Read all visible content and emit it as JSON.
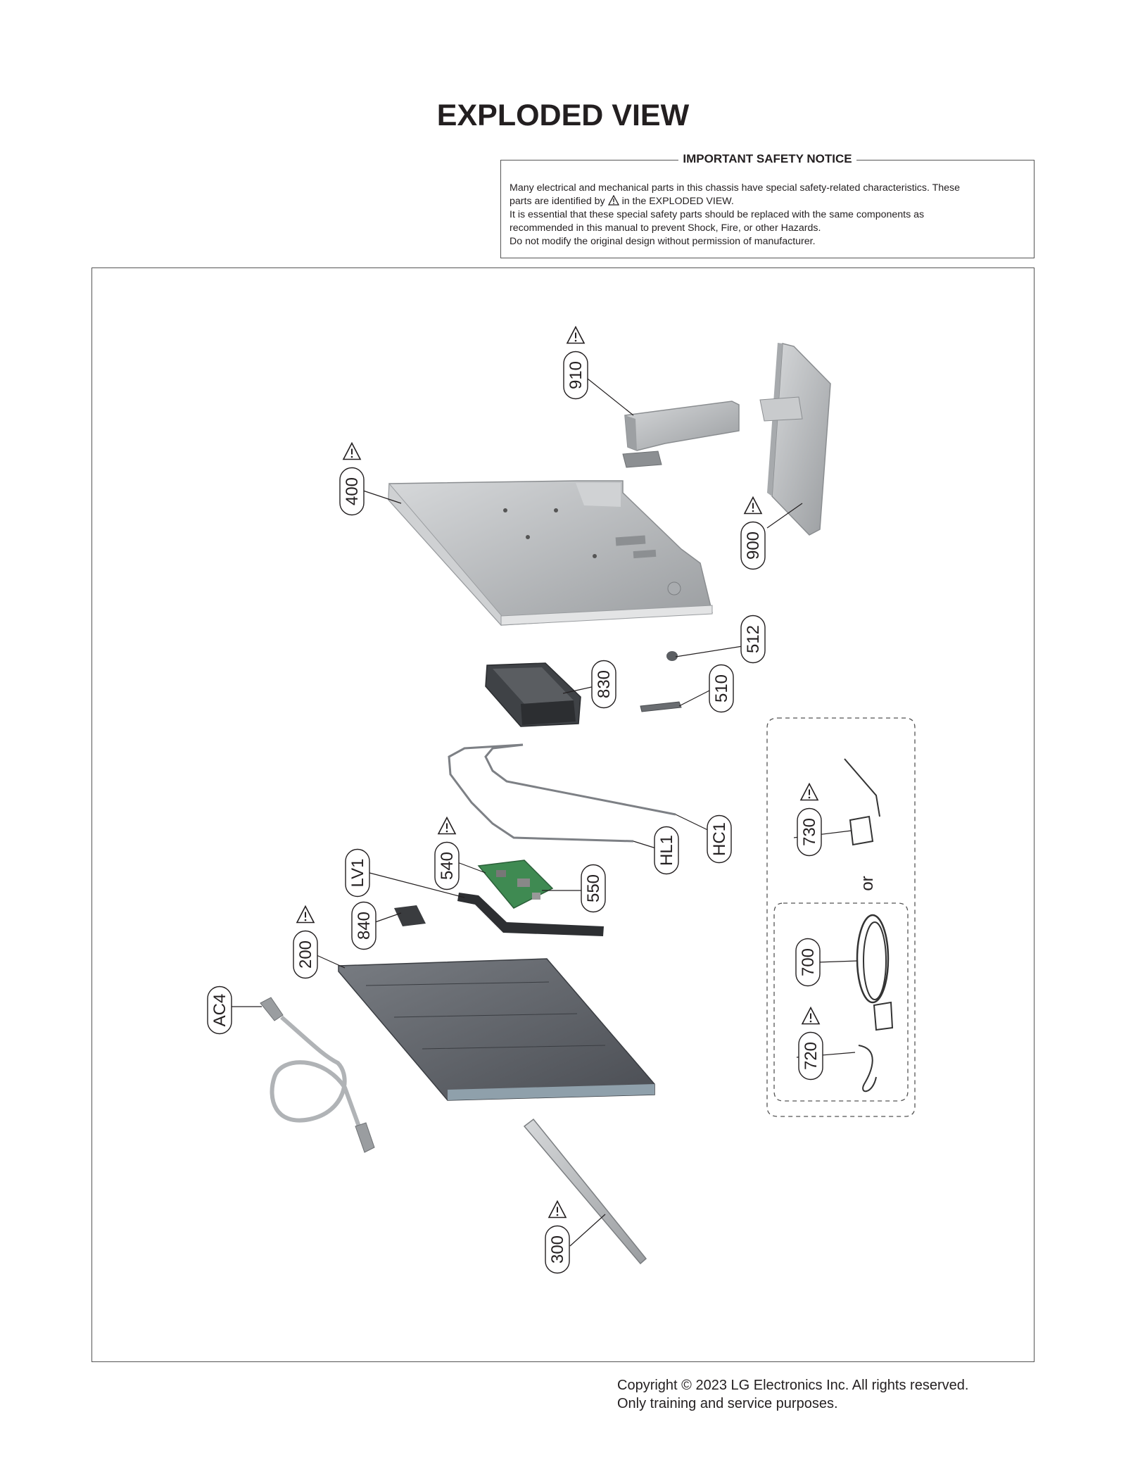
{
  "page": {
    "title": "EXPLODED VIEW"
  },
  "notice": {
    "title": "IMPORTANT SAFETY NOTICE",
    "line1": "Many electrical and mechanical parts in this chassis have special safety-related characteristics. These",
    "line2a": "parts are identified by",
    "line2b": "in the EXPLODED VIEW.",
    "line3": "It is essential that these special safety parts should be replaced with the same components as",
    "line4": "recommended in this manual to prevent Shock, Fire, or other Hazards.",
    "line5": "Do not modify the original design without permission of manufacturer."
  },
  "parts": [
    {
      "id": "910",
      "safety": true
    },
    {
      "id": "400",
      "safety": true
    },
    {
      "id": "900",
      "safety": true
    },
    {
      "id": "512",
      "safety": false
    },
    {
      "id": "830",
      "safety": false
    },
    {
      "id": "510",
      "safety": false
    },
    {
      "id": "HC1",
      "safety": false
    },
    {
      "id": "HL1",
      "safety": false
    },
    {
      "id": "730",
      "safety": true
    },
    {
      "id": "540",
      "safety": true
    },
    {
      "id": "550",
      "safety": false
    },
    {
      "id": "LV1",
      "safety": false
    },
    {
      "id": "840",
      "safety": false
    },
    {
      "id": "200",
      "safety": true
    },
    {
      "id": "700",
      "safety": false
    },
    {
      "id": "720",
      "safety": true
    },
    {
      "id": "AC4",
      "safety": false
    },
    {
      "id": "300",
      "safety": true
    }
  ],
  "or_label": "or",
  "copyright": {
    "line1": "Copyright © 2023 LG Electronics Inc. All rights reserved.",
    "line2": "Only training and service purposes."
  },
  "colors": {
    "part_gray": "#b9bcbe",
    "panel_dark": "#5d6066",
    "pcb_green": "#3f8a52",
    "line": "#231f20"
  }
}
